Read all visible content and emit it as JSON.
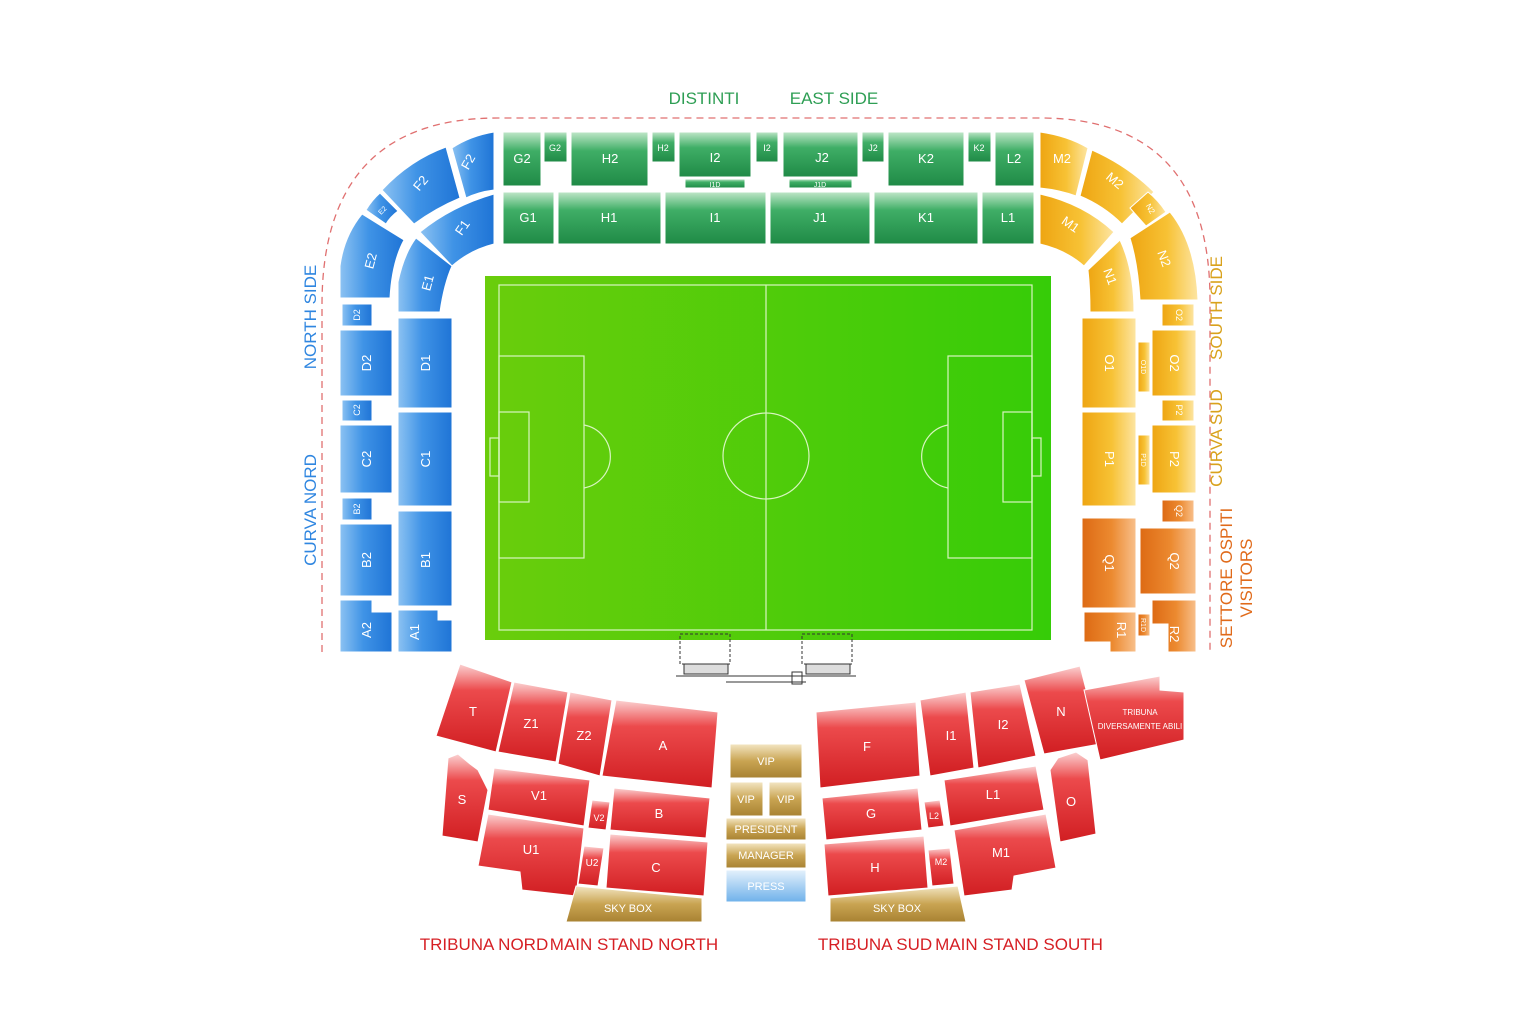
{
  "captions": {
    "distinti": "DISTINTI",
    "east_side": "EAST SIDE",
    "north_side": "NORTH SIDE",
    "curva_nord": "CURVA NORD",
    "south_side": "SOUTH SIDE",
    "curva_sud": "CURVA SUD",
    "settore_ospiti": "SETTORE OSPITI",
    "visitors": "VISITORS",
    "tribuna_nord": "TRIBUNA NORD",
    "main_stand_north": "MAIN STAND NORTH",
    "tribuna_sud": "TRIBUNA SUD",
    "main_stand_south": "MAIN STAND SOUTH"
  },
  "colors": {
    "north": "#2f86e0",
    "east": "#2e9e54",
    "south": "#f2b51e",
    "visitors": "#e67a1e",
    "main": "#e0262a",
    "hospitality": "#b88a2a",
    "press": "#7db8ea",
    "pitch": "#4ccc10"
  },
  "sections": {
    "east": {
      "G2": "G2",
      "G2s": "G2",
      "H2": "H2",
      "H2s": "H2",
      "I2": "I2",
      "I2s": "I2",
      "J2": "J2",
      "J2s": "J2",
      "K2": "K2",
      "K2s": "K2",
      "L2": "L2",
      "I1D": "I1D",
      "J1D": "J1D",
      "G1": "G1",
      "H1": "H1",
      "I1": "I1",
      "J1": "J1",
      "K1": "K1",
      "L1": "L1"
    },
    "north": {
      "F2a": "F2",
      "F2b": "F2",
      "F1": "F1",
      "E2s": "E2",
      "E2": "E2",
      "E1": "E1",
      "D2s": "D2",
      "D2": "D2",
      "D1": "D1",
      "C2s": "C2",
      "C2": "C2",
      "C1": "C1",
      "B2s": "B2",
      "B2": "B2",
      "B1": "B1",
      "A2": "A2",
      "A1": "A1"
    },
    "south": {
      "M2a": "M2",
      "M2b": "M2",
      "M1": "M1",
      "N2s": "N2",
      "N2": "N2",
      "N1": "N1",
      "O2s": "O2",
      "O1": "O1",
      "O1D": "O1D",
      "O2": "O2",
      "P2s": "P2",
      "P1": "P1",
      "P1D": "P1D",
      "P2": "P2"
    },
    "visitors": {
      "Q2s": "Q2",
      "Q1": "Q1",
      "Q2": "Q2",
      "R1": "R1",
      "R1D": "R1D",
      "R2": "R2"
    },
    "main_north": {
      "T": "T",
      "Z1": "Z1",
      "Z2": "Z2",
      "A": "A",
      "S": "S",
      "V1": "V1",
      "V2": "V2",
      "B": "B",
      "U1": "U1",
      "U2": "U2",
      "C": "C"
    },
    "main_south": {
      "F": "F",
      "I1": "I1",
      "I2": "I2",
      "N": "N",
      "tribuna_da_1": "TRIBUNA",
      "tribuna_da_2": "DIVERSAMENTE ABILI",
      "G": "G",
      "L2": "L2",
      "L1": "L1",
      "O": "O",
      "H": "H",
      "M2": "M2",
      "M1": "M1"
    },
    "center": {
      "vip_top": "VIP",
      "vip_left": "VIP",
      "vip_right": "VIP",
      "president": "PRESIDENT",
      "manager": "MANAGER",
      "press": "PRESS",
      "skybox_north": "SKY BOX",
      "skybox_south": "SKY BOX"
    }
  }
}
